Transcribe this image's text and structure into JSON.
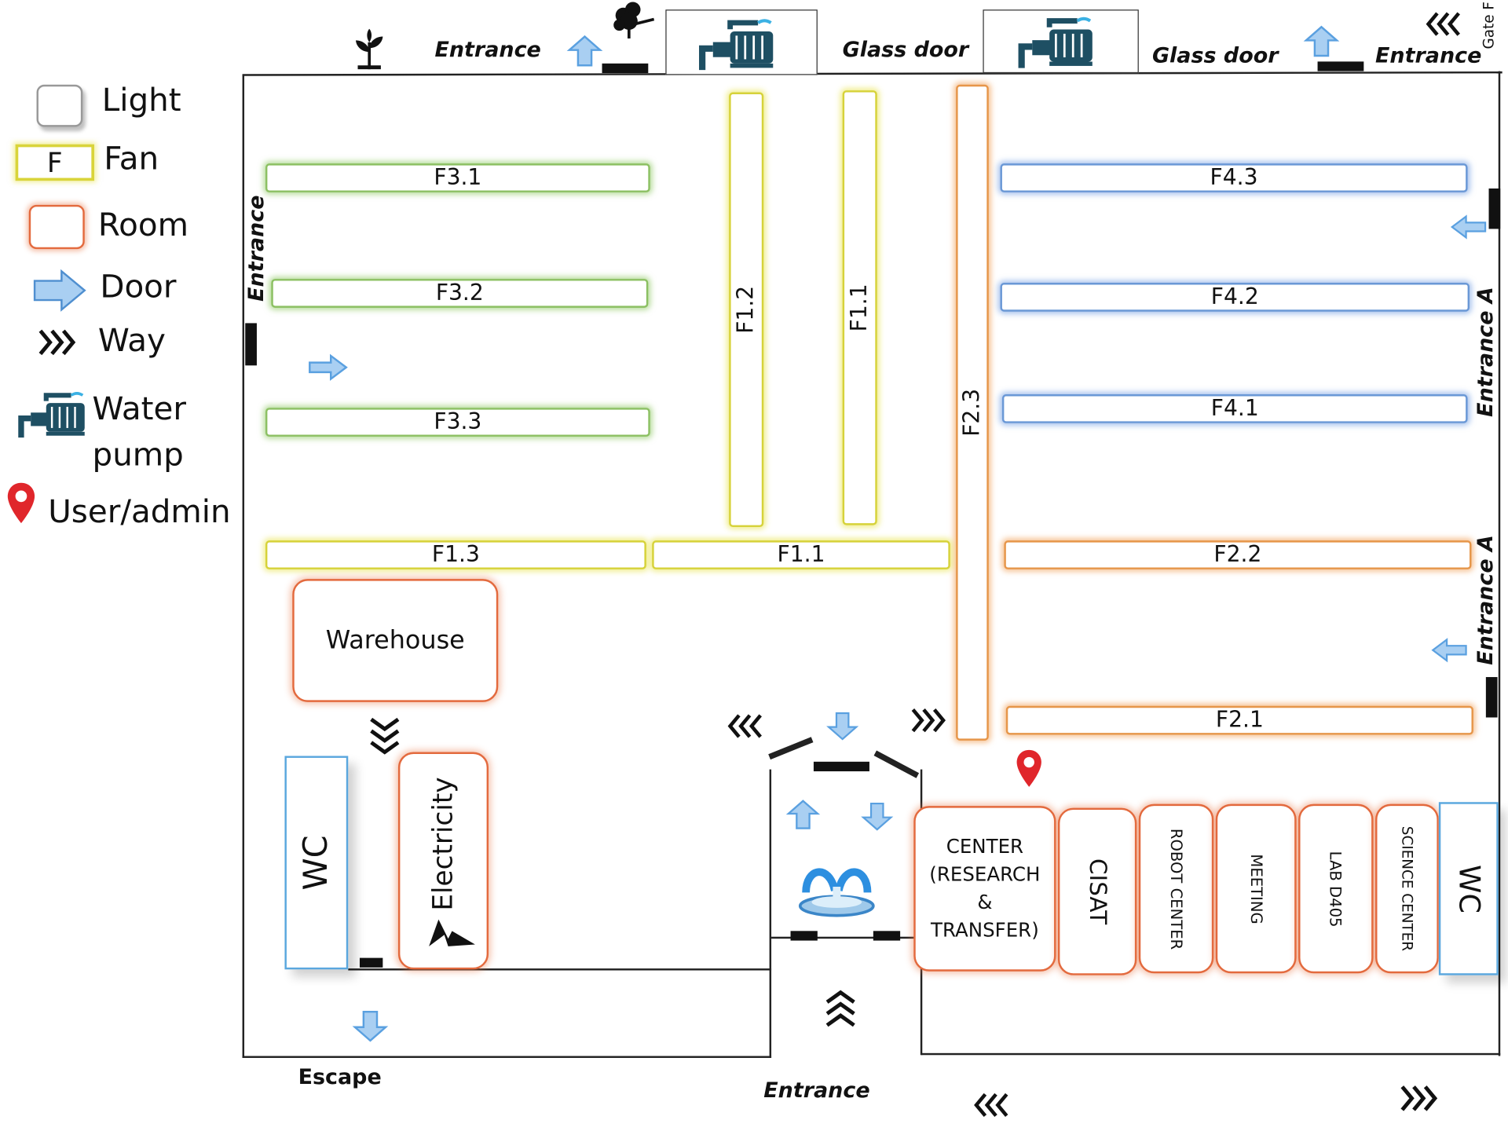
{
  "legend": {
    "light": "Light",
    "fan_symbol": "F",
    "fan": "Fan",
    "room": "Room",
    "door": "Door",
    "way": "Way",
    "water_pump_line1": "Water",
    "water_pump_line2": "pump",
    "user_admin": "User/admin"
  },
  "labels": {
    "entrance_top_left": "Entrance",
    "glass_door_1": "Glass door",
    "glass_door_2": "Glass door",
    "entrance_top_right": "Entrance",
    "gate_f": "Gate F",
    "entrance_left": "Entrance",
    "entrance_a_upper": "Entrance A",
    "entrance_a_lower": "Entrance A",
    "escape": "Escape",
    "entrance_bottom": "Entrance"
  },
  "lights": {
    "f3_1": "F3.1",
    "f3_2": "F3.2",
    "f3_3": "F3.3",
    "f4_3": "F4.3",
    "f4_2": "F4.2",
    "f4_1": "F4.1",
    "f2_2": "F2.2",
    "f2_1": "F2.1",
    "f2_3": "F2.3"
  },
  "fans": {
    "f1_2": "F1.2",
    "f1_1_vertical": "F1.1",
    "f1_3": "F1.3",
    "f1_1_horizontal": "F1.1"
  },
  "rooms": {
    "warehouse": "Warehouse",
    "wc_left": "WC",
    "electricity": "Electricity",
    "center_line1": "CENTER",
    "center_line2": "(RESEARCH",
    "center_line3": "&",
    "center_line4": "TRANSFER)",
    "cisat": "CISAT",
    "robot_center": "ROBOT CENTER",
    "meeting": "MEETING",
    "lab_d405": "LAB D405",
    "science_center": "SCIENCE CENTER",
    "wc_right": "WC"
  },
  "colors": {
    "light_border": "#8cc063",
    "fan_border": "#d6d23a",
    "room_border": "#e36a3e",
    "door_fill": "#a9cff2",
    "pin": "#e0262b",
    "pump": "#1e4f63"
  },
  "icons": [
    "plant-icon",
    "tree-icon",
    "water-pump-icon",
    "door-arrow-icon",
    "way-chevron-icon",
    "map-pin-icon",
    "fountain-icon",
    "lightning-icon"
  ]
}
